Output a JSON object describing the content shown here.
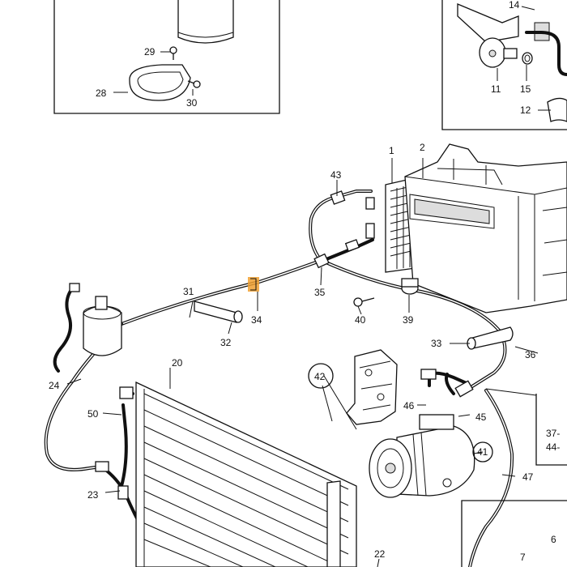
{
  "callouts": {
    "c1": "1",
    "c2": "2",
    "c6": "6",
    "c7": "7",
    "c11": "11",
    "c12": "12",
    "c14": "14",
    "c15": "15",
    "c20": "20",
    "c22": "22",
    "c23": "23",
    "c24": "24",
    "c28": "28",
    "c29": "29",
    "c30": "30",
    "c31": "31",
    "c32": "32",
    "c33": "33",
    "c34": "34",
    "c35": "35",
    "c36": "36",
    "c37": "37-",
    "c39": "39",
    "c40": "40",
    "c41": "41",
    "c42": "42",
    "c43": "43",
    "c44": "44-",
    "c45": "45",
    "c46": "46",
    "c47": "47",
    "c50": "50"
  },
  "colors": {
    "line": "#111111",
    "highlight": "#f0a030",
    "background": "#ffffff"
  },
  "highlighted_part": "34"
}
